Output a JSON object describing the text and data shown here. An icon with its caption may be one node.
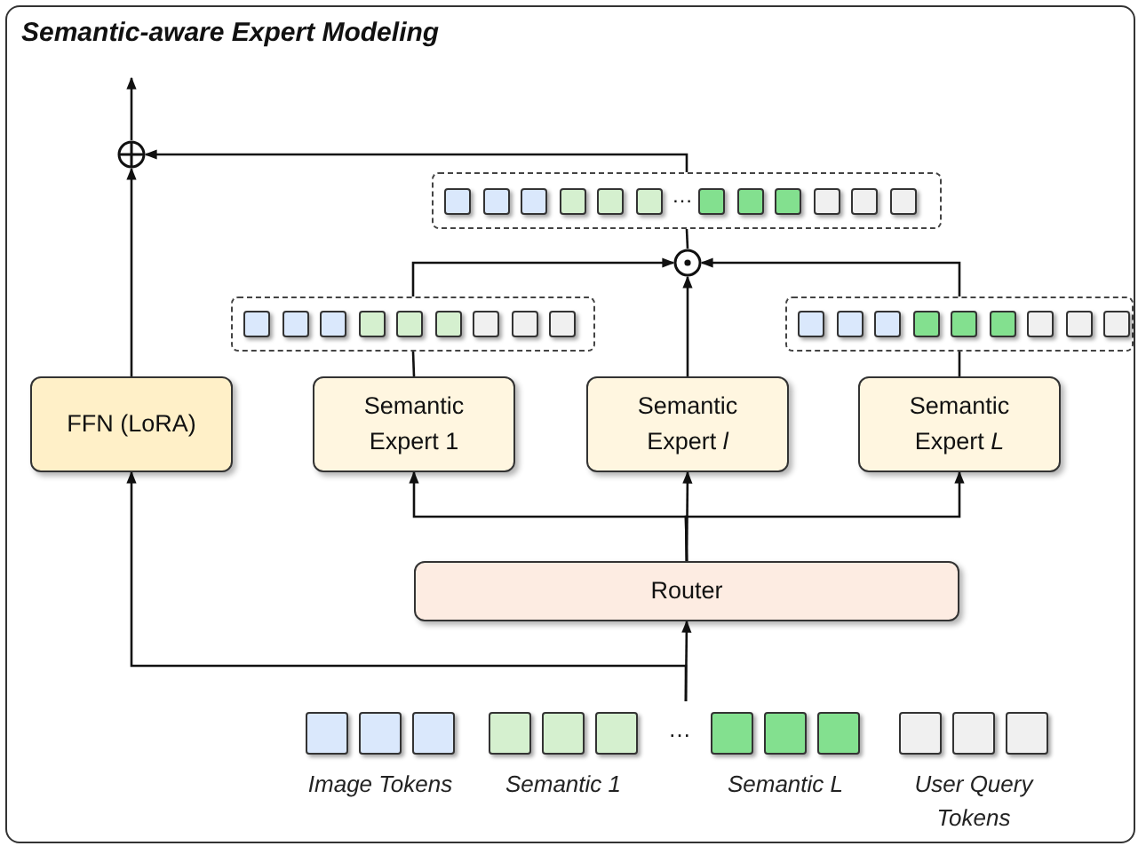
{
  "diagram": {
    "title": "Semantic-aware Expert Modeling",
    "nodes": [
      {
        "text": [
          "FFN (LoRA)"
        ]
      },
      {
        "text": [
          "Semantic Expert 1"
        ]
      },
      {
        "text": [
          "Semantic Expert *l*"
        ]
      },
      {
        "text": [
          "Semantic Expert *L*"
        ]
      },
      {
        "text": [
          "Router"
        ]
      },
      {
        "text": [
          "Image Tokens"
        ]
      },
      {
        "text": [
          "Semantic 1"
        ]
      },
      {
        "text": [
          "Semantic L"
        ]
      },
      {
        "text": [
          "User Query Tokens"
        ]
      },
      {
        "text": [],
        "shape": "box"
      },
      {
        "text": [],
        "shape": "box"
      },
      {
        "text": [],
        "shape": "circle"
      },
      {
        "text": [],
        "shape": "box"
      },
      {
        "text": [],
        "shape": "circle"
      }
    ],
    "edges": [
      {
        "from": null,
        "to": 0,
        "arrow": "to"
      },
      {
        "from": null,
        "to": 4,
        "arrow": "to"
      },
      {
        "from": 4,
        "to": 1,
        "arrow": "to"
      },
      {
        "from": 4,
        "to": 2,
        "arrow": "to"
      },
      {
        "from": 4,
        "to": 3,
        "arrow": "to"
      },
      {
        "from": 1,
        "to": 9,
        "arrow": "none"
      },
      {
        "from": 3,
        "to": 10,
        "arrow": "none"
      },
      {
        "from": 9,
        "to": 11,
        "arrow": "to"
      },
      {
        "from": 10,
        "to": 11,
        "arrow": "to"
      },
      {
        "from": 2,
        "to": 11,
        "arrow": "to"
      },
      {
        "from": 11,
        "to": 12,
        "arrow": "none"
      },
      {
        "from": 12,
        "to": 13,
        "arrow": "to"
      },
      {
        "from": 0,
        "to": 13,
        "arrow": "to"
      },
      {
        "from": 13,
        "to": null,
        "arrow": "to"
      }
    ],
    "labels": [
      "…",
      "…"
    ]
  }
}
